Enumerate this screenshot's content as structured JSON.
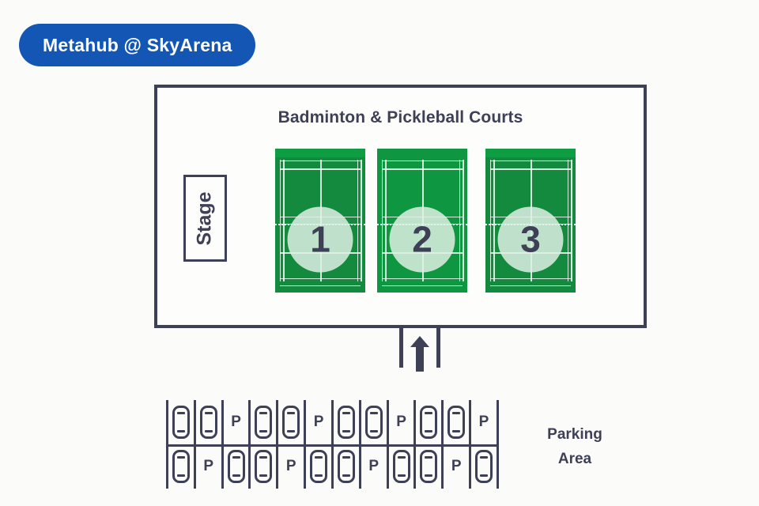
{
  "venue": {
    "badge_label": "Metahub @ SkyArena",
    "badge_color": "#1356b4",
    "badge_text_color": "#ffffff"
  },
  "background_color": "#fbfbfa",
  "ink_color": "#3e4156",
  "arena": {
    "title": "Badminton & Pickleball Courts",
    "border_color": "#3e4156",
    "stage": {
      "label": "Stage",
      "orientation": "vertical"
    },
    "courts": [
      {
        "number": "1",
        "surface_color": "#138a3e"
      },
      {
        "number": "2",
        "surface_color": "#0f9640"
      },
      {
        "number": "3",
        "surface_color": "#138a3e"
      }
    ],
    "court_badge_color": "#def0e4"
  },
  "entrance": {
    "icon": "up-arrow-icon",
    "label": ""
  },
  "parking": {
    "label_line_1": "Parking",
    "label_line_2": "Area",
    "rows": [
      {
        "name": "top",
        "slots": [
          {
            "type": "car"
          },
          {
            "type": "car"
          },
          {
            "type": "letter",
            "label": "P"
          },
          {
            "type": "car"
          },
          {
            "type": "car"
          },
          {
            "type": "letter",
            "label": "P"
          },
          {
            "type": "car"
          },
          {
            "type": "car"
          },
          {
            "type": "letter",
            "label": "P"
          },
          {
            "type": "car"
          },
          {
            "type": "car"
          },
          {
            "type": "letter",
            "label": "P"
          }
        ]
      },
      {
        "name": "bottom",
        "slots": [
          {
            "type": "car"
          },
          {
            "type": "letter",
            "label": "P"
          },
          {
            "type": "car"
          },
          {
            "type": "car"
          },
          {
            "type": "letter",
            "label": "P"
          },
          {
            "type": "car"
          },
          {
            "type": "car"
          },
          {
            "type": "letter",
            "label": "P"
          },
          {
            "type": "car"
          },
          {
            "type": "car"
          },
          {
            "type": "letter",
            "label": "P"
          },
          {
            "type": "car"
          }
        ]
      }
    ]
  }
}
